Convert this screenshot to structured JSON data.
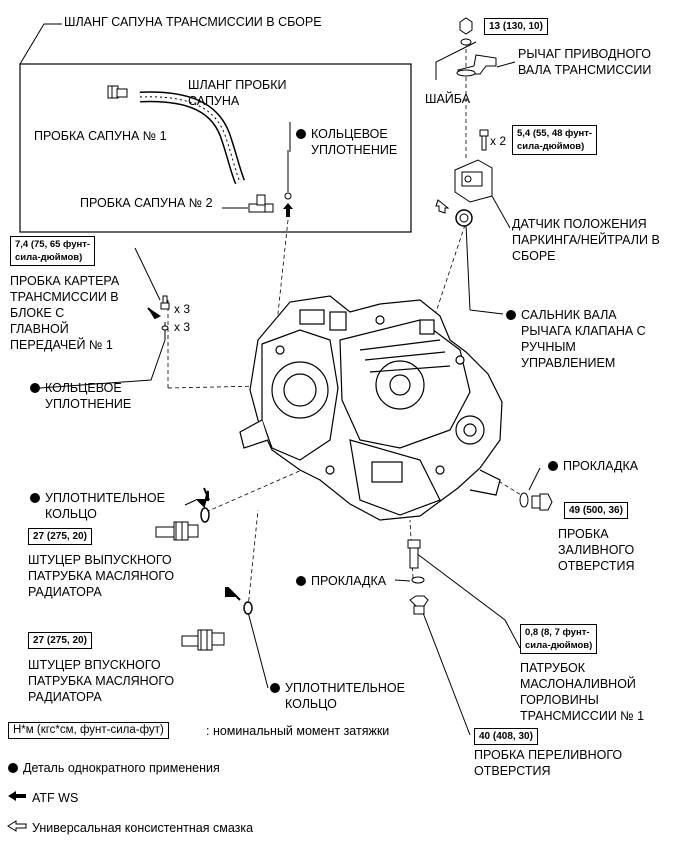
{
  "labels": {
    "hose_assembly": "ШЛАНГ САПУНА ТРАНСМИССИИ В СБОРЕ",
    "breather_hose": [
      "ШЛАНГ ПРОБКИ",
      "САПУНА"
    ],
    "breather_plug_1": "ПРОБКА САПУНА № 1",
    "breather_plug_2": "ПРОБКА САПУНА № 2",
    "oring_top": [
      "КОЛЬЦЕВОЕ",
      "УПЛОТНЕНИЕ"
    ],
    "washer": "ШАЙБА",
    "lever": [
      "РЫЧАГ ПРИВОДНОГО",
      "ВАЛА ТРАНСМИССИИ"
    ],
    "pn_sensor": [
      "ДАТЧИК ПОЛОЖЕНИЯ",
      "ПАРКИНГА/НЕЙТРАЛИ В",
      "СБОРЕ"
    ],
    "oil_seal": [
      "САЛЬНИК ВАЛА",
      "РЫЧАГА КЛАПАНА С",
      "РУЧНЫМ",
      "УПРАВЛЕНИЕМ"
    ],
    "case_plug": [
      "ПРОБКА КАРТЕРА",
      "ТРАНСМИССИИ В",
      "БЛОКЕ С",
      "ГЛАВНОЙ",
      "ПЕРЕДАЧЕЙ № 1"
    ],
    "oring_left": [
      "КОЛЬЦЕВОЕ",
      "УПЛОТНЕНИЕ"
    ],
    "gasket_right": "ПРОКЛАДКА",
    "filler_plug": [
      "ПРОБКА",
      "ЗАЛИВНОГО",
      "ОТВЕРСТИЯ"
    ],
    "seal_ring_1": [
      "УПЛОТНИТЕЛЬНОЕ",
      "КОЛЬЦО"
    ],
    "outlet_union": [
      "ШТУЦЕР ВЫПУСКНОГО",
      "ПАТРУБКА МАСЛЯНОГО",
      "РАДИАТОРА"
    ],
    "gasket_mid": "ПРОКЛАДКА",
    "inlet_union": [
      "ШТУЦЕР ВПУСКНОГО",
      "ПАТРУБКА МАСЛЯНОГО",
      "РАДИАТОРА"
    ],
    "seal_ring_2": [
      "УПЛОТНИТЕЛЬНОЕ",
      "КОЛЬЦО"
    ],
    "filler_tube": [
      "ПАТРУБОК",
      "МАСЛОНАЛИВНОЙ",
      "ГОРЛОВИНЫ",
      "ТРАНСМИССИИ № 1"
    ],
    "overflow_plug": [
      "ПРОБКА ПЕРЕЛИВНОГО",
      "ОТВЕРСТИЯ"
    ]
  },
  "torques": {
    "t13": "13 (130, 10)",
    "t54": [
      "5,4 (55, 48 фунт-",
      "сила-дюймов)"
    ],
    "t74": [
      "7,4 (75, 65 фунт-",
      "сила-дюймов)"
    ],
    "t49": "49 (500, 36)",
    "t27a": "27 (275, 20)",
    "t27b": "27 (275, 20)",
    "t08": [
      "0,8 (8, 7 фунт-",
      "сила-дюймов)"
    ],
    "t40": "40 (408, 30)"
  },
  "multipliers": {
    "x2": "x 2",
    "x3a": "x 3",
    "x3b": "x 3"
  },
  "legend": {
    "torque_box": "Н*м (кгс*см, фунт-сила-фут)",
    "torque_text": ": номинальный момент затяжки",
    "nonreusable": "Деталь однократного применения",
    "atf": "ATF WS",
    "grease": "Универсальная консистентная смазка"
  }
}
